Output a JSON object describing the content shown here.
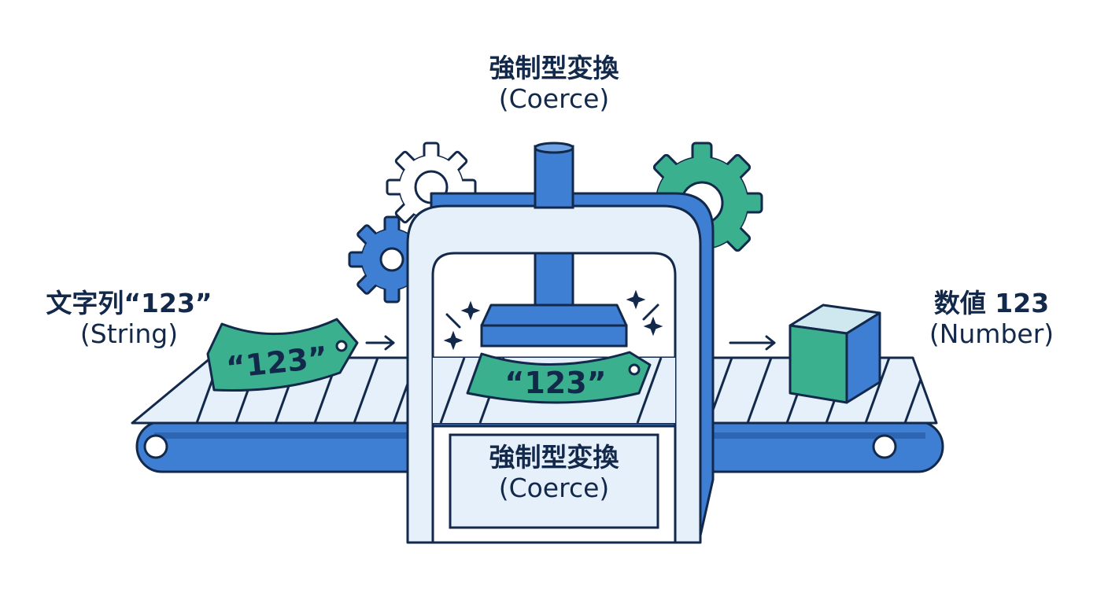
{
  "machine": {
    "title": "強制型変換",
    "subtitle": "(Coerce)",
    "panel_title": "強制型変換",
    "panel_subtitle": "(Coerce)"
  },
  "input": {
    "label": "文字列“123”",
    "type_label": "(String)",
    "tag_text": "“123”"
  },
  "process": {
    "tag_text": "“123”"
  },
  "output": {
    "label": "数値 123",
    "type_label": "(Number)"
  },
  "colors": {
    "blue": "#3f7fd3",
    "navy": "#13294b",
    "green": "#3bb08f",
    "pale_blue": "#e6f0fb"
  },
  "icons": [
    "gear-icon",
    "sparkle-icon",
    "arrow-right-icon",
    "cube-icon"
  ]
}
